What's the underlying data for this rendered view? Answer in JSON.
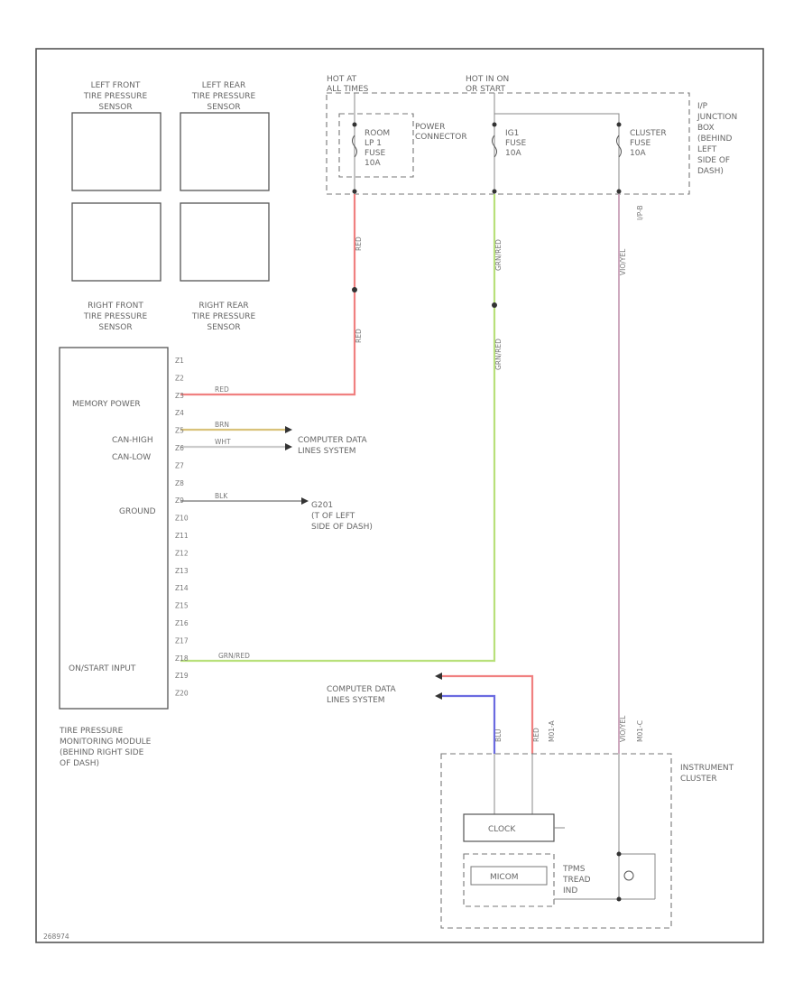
{
  "sensors": {
    "left_front": [
      "LEFT FRONT",
      "TIRE PRESSURE",
      "SENSOR"
    ],
    "left_rear": [
      "LEFT REAR",
      "TIRE PRESSURE",
      "SENSOR"
    ],
    "right_front": [
      "RIGHT FRONT",
      "TIRE PRESSURE",
      "SENSOR"
    ],
    "right_rear": [
      "RIGHT REAR",
      "TIRE PRESSURE",
      "SENSOR"
    ]
  },
  "power": {
    "hot_at_all_times": [
      "HOT AT",
      "ALL TIMES"
    ],
    "hot_in_on": [
      "HOT IN ON",
      "OR START"
    ],
    "room_fuse": [
      "ROOM",
      "LP 1",
      "FUSE",
      "10A"
    ],
    "power_connector": [
      "POWER",
      "CONNECTOR"
    ],
    "ign_fuse": [
      "IG1",
      "FUSE",
      "10A"
    ],
    "cluster_fuse": [
      "CLUSTER",
      "FUSE",
      "10A"
    ],
    "junction_box": [
      "I/P",
      "JUNCTION",
      "BOX",
      "(BEHIND",
      "LEFT",
      "SIDE OF",
      "DASH)"
    ],
    "connector_id": "I/P-B"
  },
  "module": {
    "pins": [
      "Z1",
      "Z2",
      "Z3",
      "Z4",
      "Z5",
      "Z6",
      "Z7",
      "Z8",
      "Z9",
      "Z10",
      "Z11",
      "Z12",
      "Z13",
      "Z14",
      "Z15",
      "Z16",
      "Z17",
      "Z18",
      "Z19",
      "Z20"
    ],
    "memory_power": "MEMORY POWER",
    "can_high": "CAN-HIGH",
    "can_low": "CAN-LOW",
    "ground": "GROUND",
    "onstart_input": "ON/START INPUT",
    "name": [
      "TIRE PRESSURE",
      "MONITORING MODULE",
      "(BEHIND RIGHT SIDE",
      "OF DASH)"
    ]
  },
  "wires": {
    "red": "RED",
    "brn": "BRN",
    "wht": "WHT",
    "blk": "BLK",
    "grn_red": "GRN/RED",
    "vio_yel": "VIO/YEL",
    "blu": "BLU"
  },
  "external": {
    "computer_data_lines": [
      "COMPUTER DATA",
      "LINES SYSTEM"
    ],
    "ground_point": [
      "G201",
      "(T OF LEFT",
      "SIDE OF DASH)"
    ]
  },
  "cluster": {
    "name": [
      "INSTRUMENT",
      "CLUSTER"
    ],
    "clock_block": "CLOCK",
    "micro_block": "MICOM",
    "tpms_lamp": [
      "TPMS",
      "TREAD",
      "IND"
    ],
    "connector_a": "M01-A",
    "connector_c": "M01-C"
  },
  "footer_id": "268974"
}
